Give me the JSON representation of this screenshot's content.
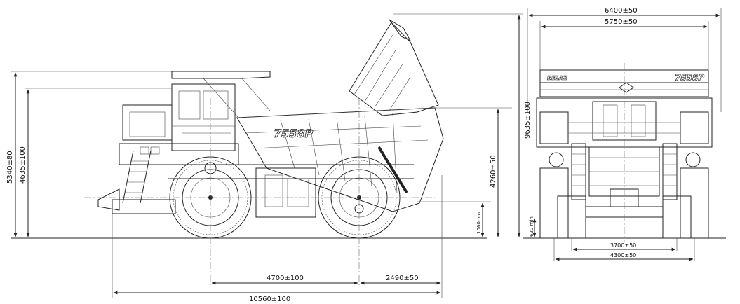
{
  "side_view": {
    "model_label": "7558P",
    "dimensions": {
      "total_length": "10560±100",
      "wheelbase": "4700±100",
      "rear_overhang": "2490±50",
      "canopy_height": "5340±80",
      "body_height": "4635±100",
      "raised_body_height": "9635±100",
      "dump_clearance": "4260±50",
      "ground_clearance": "1060min"
    }
  },
  "front_view": {
    "brand_label": "BELAZ",
    "model_label": "7558P",
    "dimensions": {
      "overall_width": "6400±50",
      "body_width": "5750±50",
      "front_track": "3700±50",
      "rear_track": "4300±50",
      "min_clearance": "620 min"
    }
  },
  "colors": {
    "line": "#222222",
    "background": "#ffffff"
  }
}
